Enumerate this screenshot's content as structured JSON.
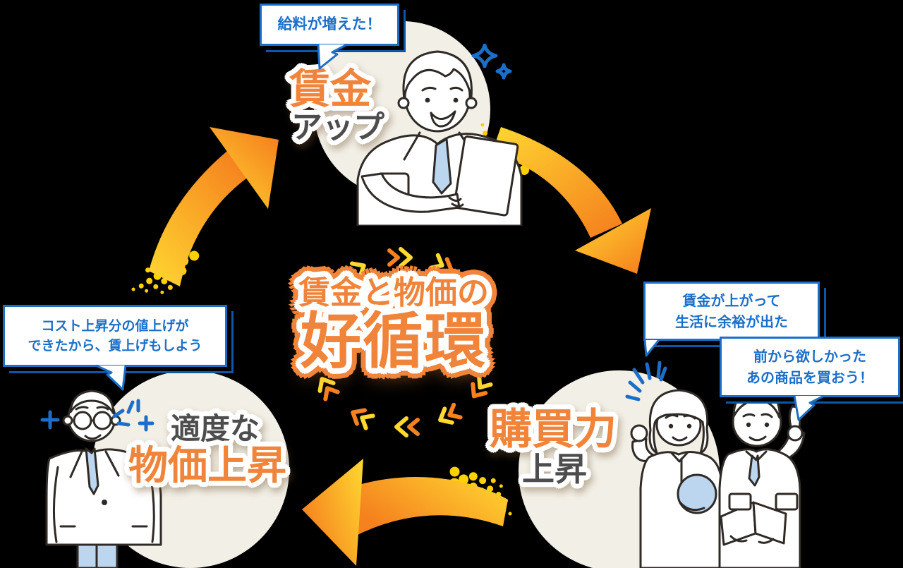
{
  "title": {
    "line1": "賃金と物価の",
    "line2": "好循環"
  },
  "nodes": {
    "wage": {
      "primary": "賃金",
      "secondary": "アップ"
    },
    "purchase": {
      "primary": "購買力",
      "secondary": "上昇"
    },
    "price": {
      "secondary": "適度な",
      "primary": "物価上昇"
    }
  },
  "bubbles": {
    "salary": {
      "line1": "給料が増えた！"
    },
    "wageUp": {
      "line1": "賃金が上がって",
      "line2": "生活に余裕が出た"
    },
    "buy": {
      "line1": "前から欲しかった",
      "line2": "あの商品を買おう！"
    },
    "cost": {
      "line1": "コスト上昇分の値上げが",
      "line2": "できたから、賃上げもしよう"
    }
  },
  "colors": {
    "bg": "#000000",
    "orange": "#F0843A",
    "orange_deep": "#F5821E",
    "yellow": "#FFD831",
    "dot_yellow": "#FFD100",
    "blue": "#1B6FC8",
    "blue_dark": "#0E56A8",
    "gray": "#4D4D4D",
    "beige": "#F2EFE6",
    "ink": "#2F2A26",
    "lightblue": "#BCD6F0"
  }
}
